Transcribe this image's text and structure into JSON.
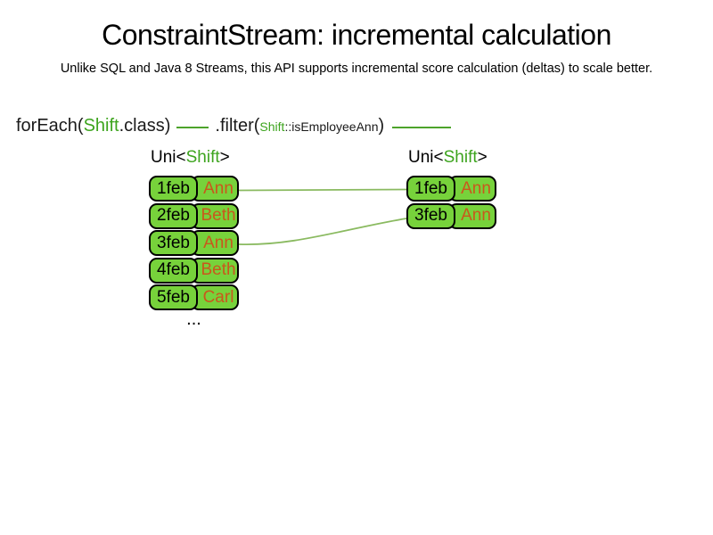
{
  "slide": {
    "title": "ConstraintStream: incremental calculation",
    "subtitle": "Unlike SQL and Java 8 Streams, this API supports incremental score calculation (deltas) to scale better."
  },
  "code": {
    "foreach_prefix": "forEach(",
    "foreach_class_token": "Shift",
    "foreach_suffix": ".class)",
    "filter_prefix": ".filter(",
    "filter_class_token": "Shift",
    "filter_method": "::isEmployeeAnn",
    "filter_suffix": ")"
  },
  "left_stream": {
    "header": {
      "prefix": "Uni<",
      "type": "Shift",
      "suffix": ">"
    },
    "rows": [
      {
        "date": "1feb",
        "name": "Ann"
      },
      {
        "date": "2feb",
        "name": "Beth"
      },
      {
        "date": "3feb",
        "name": "Ann"
      },
      {
        "date": "4feb",
        "name": "Beth"
      },
      {
        "date": "5feb",
        "name": "Carl"
      }
    ],
    "ellipsis": "..."
  },
  "right_stream": {
    "header": {
      "prefix": "Uni<",
      "type": "Shift",
      "suffix": ">"
    },
    "rows": [
      {
        "date": "1feb",
        "name": "Ann"
      },
      {
        "date": "3feb",
        "name": "Ann"
      }
    ]
  },
  "colors": {
    "accent_green_text": "#3da41e",
    "row_fill_green": "#77d23b",
    "name_text_orange": "#c9581c",
    "code_connector_green": "#4da32b",
    "link_line_green": "#8aba60",
    "border_black": "#000000"
  }
}
